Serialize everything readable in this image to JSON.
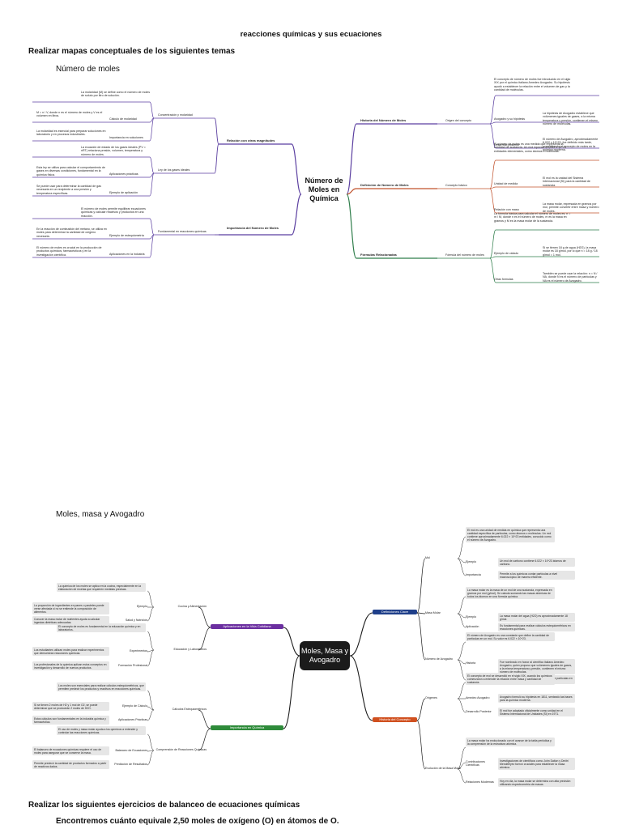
{
  "document": {
    "title": "reacciones químicas y sus ecuaciones",
    "task1": "Realizar mapas conceptuales de los siguientes temas",
    "topic1": "Número de moles",
    "topic2": "Moles, masa y Avogadro",
    "task2": "Realizar los siguientes ejercicios de balanceo de ecuaciones químicas",
    "exercise1": "Encontremos cuánto equivale 2,50 moles de oxígeno (O) en átomos de O."
  },
  "map1": {
    "center": "Número de Moles en Química",
    "right": [
      {
        "label": "Historia del Número de Moles",
        "color": "#5b3fa0",
        "sub": [
          {
            "label": "Origen del concepto",
            "children": [
              {
                "label": "",
                "note": "El concepto de número de moles fue introducido en el siglo XIX por el químico italiano Amedeo Avogadro. Su hipótesis ayudó a establecer la relación entre el volumen de gas y la cantidad de moléculas."
              },
              {
                "label": "Avogadro y su hipótesis",
                "note": "La hipótesis de Avogadro establece que volúmenes iguales de gases, a la misma temperatura y presión, contienen el mismo número de moléculas."
              },
              {
                "label": "Desarrollo posterior",
                "note": "El número de Avogadro, aproximadamente 6.022 x 10^23, fue definido más tarde, consolidando el concepto de moles en la química moderna."
              }
            ]
          }
        ]
      },
      {
        "label": "Definición de Número de Moles",
        "color": "#c0502a",
        "sub": [
          {
            "label": "Concepto básico",
            "children": [
              {
                "label": "",
                "note": "El número de moles es una medida que representa la cantidad de sustancia. Un mol equivale a 6.022 x 10^23 entidades elementales, como átomos o moléculas."
              },
              {
                "label": "Unidad de medida",
                "note": "El mol es la unidad del Sistema Internacional (SI) para la cantidad de sustancia."
              },
              {
                "label": "Relación con masa",
                "note": "La masa molar, expresada en gramos por mol, permite convertir entre masa y número de moles."
              }
            ]
          }
        ]
      },
      {
        "label": "Fórmulas Relacionadas",
        "color": "#2e7d4a",
        "sub": [
          {
            "label": "Fórmula del número de moles",
            "children": [
              {
                "label": "",
                "note": "La fórmula básica para calcular el número de moles es: n = m / M, donde n es el número de moles, m es la masa en gramos y M es la masa molar de la sustancia."
              },
              {
                "label": "Ejemplo de cálculo",
                "note": "Si se tienen 18 g de agua (H2O), la masa molar es 18 g/mol, por lo que n = 18 g / 18 g/mol = 1 mol."
              },
              {
                "label": "Otras fórmulas",
                "note": "También se puede usar la relación: n = N / NA, donde N es el número de partículas y NA es el número de Avogadro."
              }
            ]
          }
        ]
      }
    ],
    "left": [
      {
        "label": "Relación con otras magnitudes",
        "color": "#5b3fa0",
        "sub": [
          {
            "label": "Concentración y molaridad",
            "children": [
              {
                "label": "",
                "note": "La molaridad (M) se define como el número de moles de soluto por litro de solución."
              },
              {
                "label": "Cálculo de molaridad",
                "note": "M = n / V, donde n es el número de moles y V es el volumen en litros."
              },
              {
                "label": "Importancia en soluciones",
                "note": "La molaridad es esencial para preparar soluciones en laboratorio y en procesos industriales."
              }
            ]
          },
          {
            "label": "Ley de los gases ideales",
            "children": [
              {
                "label": "",
                "note": "La ecuación de estado de los gases ideales (PV = nRT) relaciona presión, volumen, temperatura y número de moles."
              },
              {
                "label": "Aplicaciones prácticas",
                "note": "Esta ley se utiliza para calcular el comportamiento de gases en diversas condiciones, fundamental en la química física."
              },
              {
                "label": "Ejemplo de aplicación",
                "note": "Se puede usar para determinar la cantidad de gas necesaria en un recipiente a una presión y temperatura específicas."
              }
            ]
          }
        ]
      },
      {
        "label": "Importancia del Número de Moles",
        "color": "#5b3fa0",
        "sub": [
          {
            "label": "Fundamental en reacciones químicas",
            "children": [
              {
                "label": "",
                "note": "El número de moles permite equilibrar ecuaciones químicas y calcular reactivos y productos en una reacción."
              },
              {
                "label": "Ejemplo de estequiometría",
                "note": "En la reacción de combustión del metano, se utiliza en moles para determinar la cantidad de oxígeno necesaria."
              },
              {
                "label": "Aplicaciones en la industria",
                "note": "El número de moles es crucial en la producción de productos químicos, farmacéuticos y en la investigación científica."
              }
            ]
          }
        ]
      }
    ]
  },
  "map2": {
    "center": "Moles, Masa y Avogadro",
    "right": [
      {
        "label": "Definiciones Clave",
        "color": "#1f3f8a",
        "sub": [
          {
            "label": "Mol",
            "items": [
              {
                "label": "",
                "note": "El mol es una unidad de medida en química que representa una cantidad específica de partículas, como átomos o moléculas. Un mol contiene aproximadamente 6.022 × 10^23 entidades, conocido como el número de Avogadro."
              },
              {
                "label": "Ejemplo",
                "note": "Un mol de carbono contiene 6.022 × 10^23 átomos de carbono."
              },
              {
                "label": "Importancia",
                "note": "Permite a los químicos contar partículas a nivel macroscópico de manera eficiente."
              }
            ]
          },
          {
            "label": "Masa Molar",
            "items": [
              {
                "label": "",
                "note": "La masa molar es la masa de un mol de una sustancia, expresada en gramos por mol (g/mol). Se calcula sumando las masas atómicas de todos los átomos en una fórmula química."
              },
              {
                "label": "Ejemplo",
                "note": "La masa molar del agua (H2O) es aproximadamente 18 g/mol."
              },
              {
                "label": "Aplicación",
                "note": "Es fundamental para realizar cálculos estequiométricos en reacciones químicas."
              }
            ]
          },
          {
            "label": "Número de Avogadro",
            "items": [
              {
                "label": "",
                "note": "El número de Avogadro es una constante que define la cantidad de partículas en un mol. Su valor es 6.022 × 10^23."
              },
              {
                "label": "Historia",
                "note": "Fue nombrado en honor al científico italiano Amedeo Avogadro, quien propuso que volúmenes iguales de gases, a la misma temperatura y presión, contienen el mismo número de moléculas."
              },
              {
                "label": "Relevancia",
                "note": "Facilita la conversión entre masa y número de partículas en química."
              }
            ]
          }
        ]
      },
      {
        "label": "Historia del Concepto",
        "color": "#d0501f",
        "sub": [
          {
            "label": "Orígenes",
            "items": [
              {
                "label": "",
                "note": "El concepto de mol se desarrolló en el siglo XIX, cuando los químicos comenzaron a entender la relación entre masa y cantidad de sustancia."
              },
              {
                "label": "Amedeo Avogadro",
                "note": "Avogadro formuló su hipótesis en 1811, sentando las bases para la química moderna."
              },
              {
                "label": "Desarrollo Posterior",
                "note": "El mol fue adoptado oficialmente como unidad en el Sistema Internacional de Unidades (SI) en 1971."
              }
            ]
          },
          {
            "label": "Evolución de la Masa Molar",
            "items": [
              {
                "label": "",
                "note": "La masa molar ha evolucionado con el avance de la tabla periódica y la comprensión de la estructura atómica."
              },
              {
                "label": "Contribuciones Científicas",
                "note": "Investigaciones de científicos como John Dalton y Dmitri Mendeléyev fueron cruciales para establecer la masa atómica."
              },
              {
                "label": "Relaciones Modernas",
                "note": "Hoy en día, la masa molar se determina con alta precisión utilizando espectrometría de masas."
              }
            ]
          }
        ]
      }
    ],
    "left": [
      {
        "label": "Aplicaciones en la Vida Cotidiana",
        "color": "#6b2fa0",
        "sub": [
          {
            "label": "Cocina y Alimentación",
            "items": [
              {
                "label": "",
                "note": "La química de los moles se aplica en la cocina, especialmente en la elaboración de recetas que requieren medidas precisas."
              },
              {
                "label": "Ejemplo",
                "note": "La proporción de ingredientes en panes o pasteles puede verse afectada si no se entiende la composición de alimentos."
              },
              {
                "label": "Salud y Nutrición",
                "note": "Conocer la masa molar de nutrientes ayuda a calcular ingestas dietéticas adecuadas."
              }
            ]
          },
          {
            "label": "Educación y Laboratorios",
            "items": [
              {
                "label": "",
                "note": "El concepto de moles es fundamental en la educación química y en laboratorios."
              },
              {
                "label": "Experimentos",
                "note": "Los estudiantes utilizan moles para realizar experimentos que demuestran reacciones químicas."
              },
              {
                "label": "Formación Profesional",
                "note": "Los profesionales de la química aplican estos conceptos en investigación y desarrollo de nuevos productos."
              }
            ]
          }
        ]
      },
      {
        "label": "Importancia en Química",
        "color": "#2e8b3a",
        "sub": [
          {
            "label": "Cálculos Estequiométricos",
            "items": [
              {
                "label": "",
                "note": "Los moles son esenciales para realizar cálculos estequiométricos, que permiten predecir los productos y reactivos en reacciones químicas."
              },
              {
                "label": "Ejemplo de Cálculo",
                "note": "Si se tienen 2 moles de H2 y 1 mol de O2, se puede determinar que se producirán 2 moles de H2O."
              },
              {
                "label": "Aplicaciones Prácticas",
                "note": "Estos cálculos son fundamentales en la industria química y farmacéutica."
              }
            ]
          },
          {
            "label": "Comprensión de Reacciones Químicas",
            "items": [
              {
                "label": "",
                "note": "El uso de moles y masa molar ayuda a los químicos a entender y controlar las reacciones químicas."
              },
              {
                "label": "Balanceo de Ecuaciones",
                "note": "El balanceo de ecuaciones químicas requiere el uso de moles para asegurar que se conserve la masa."
              },
              {
                "label": "Predicción de Resultados",
                "note": "Permite predecir la cantidad de productos formados a partir de reactivos dados."
              }
            ]
          }
        ]
      }
    ]
  }
}
